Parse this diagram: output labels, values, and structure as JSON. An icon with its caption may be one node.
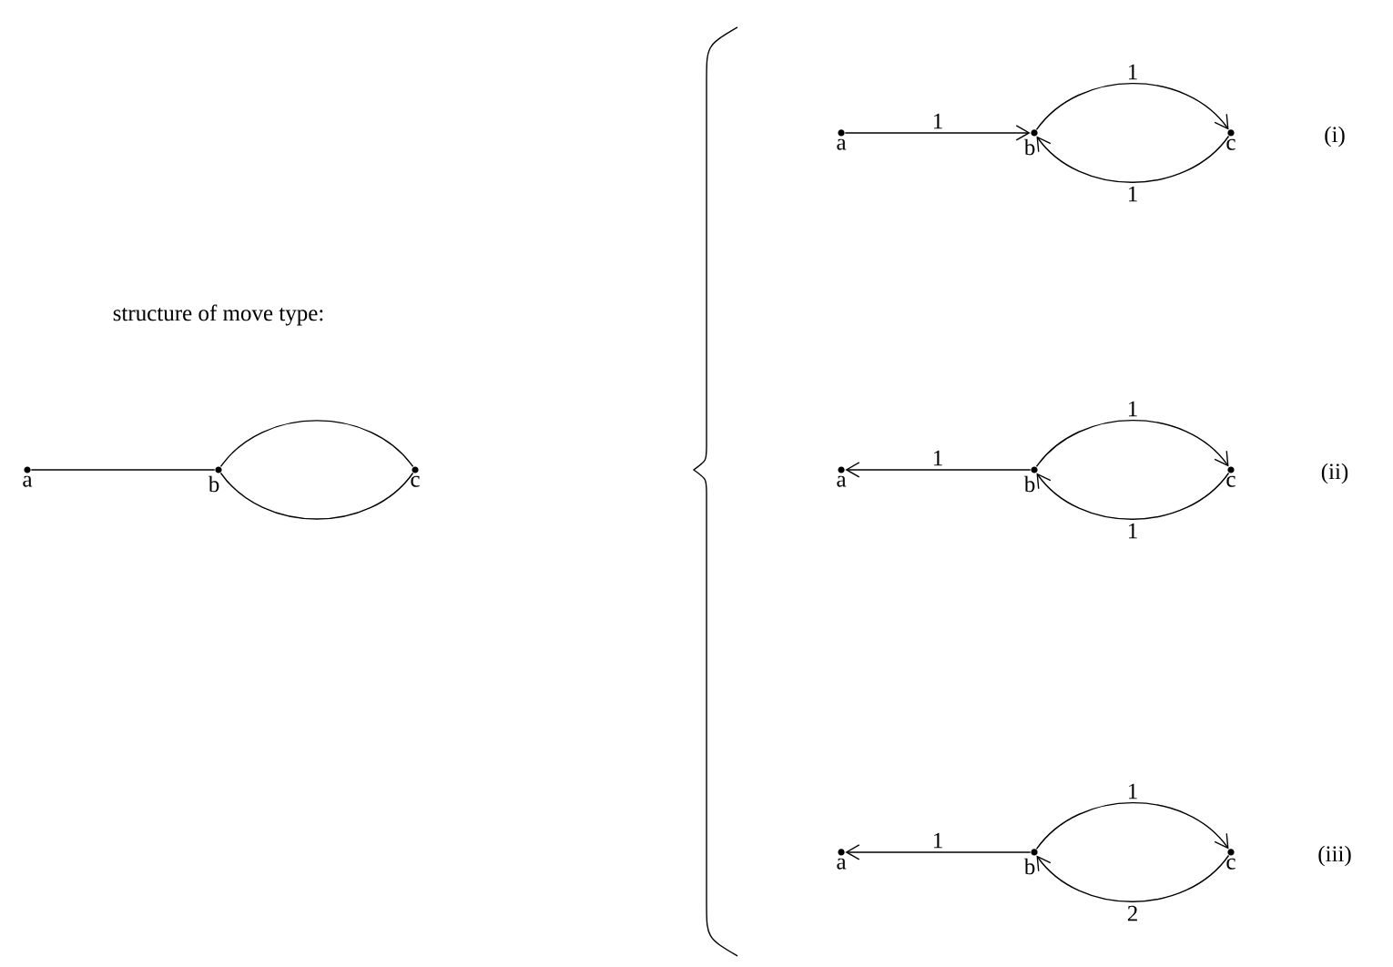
{
  "diagram": {
    "nodes": [
      {
        "text": [],
        "shape": "circle",
        "beside": [
          "a"
        ]
      },
      {
        "text": [],
        "shape": "circle",
        "beside": [
          "b"
        ]
      },
      {
        "text": [],
        "shape": "circle",
        "beside": [
          "c"
        ]
      },
      {
        "text": [],
        "shape": "circle",
        "beside": [
          "a"
        ]
      },
      {
        "text": [],
        "shape": "circle",
        "beside": [
          "b"
        ]
      },
      {
        "text": [],
        "shape": "circle",
        "beside": [
          "c"
        ]
      },
      {
        "text": [],
        "shape": "circle",
        "beside": [
          "a"
        ]
      },
      {
        "text": [],
        "shape": "circle",
        "beside": [
          "b"
        ]
      },
      {
        "text": [],
        "shape": "circle",
        "beside": [
          "c"
        ]
      },
      {
        "text": [],
        "shape": "circle",
        "beside": [
          "a"
        ]
      },
      {
        "text": [],
        "shape": "circle",
        "beside": [
          "b"
        ]
      },
      {
        "text": [],
        "shape": "circle",
        "beside": [
          "c"
        ]
      }
    ],
    "edges": [
      {
        "from": 0,
        "to": 1,
        "arrow": "none"
      },
      {
        "from": 1,
        "to": 2,
        "arrow": "none"
      },
      {
        "from": 1,
        "to": 2,
        "arrow": "none"
      },
      {
        "from": 3,
        "to": 4,
        "arrow": "to",
        "label": "1"
      },
      {
        "from": 4,
        "to": 5,
        "arrow": "to",
        "label": "1"
      },
      {
        "from": 5,
        "to": 4,
        "arrow": "to",
        "label": "1"
      },
      {
        "from": 7,
        "to": 6,
        "arrow": "to",
        "label": "1"
      },
      {
        "from": 7,
        "to": 8,
        "arrow": "to",
        "label": "1"
      },
      {
        "from": 8,
        "to": 7,
        "arrow": "to",
        "label": "1"
      },
      {
        "from": 10,
        "to": 9,
        "arrow": "to",
        "label": "1"
      },
      {
        "from": 10,
        "to": 11,
        "arrow": "to",
        "label": "1"
      },
      {
        "from": 11,
        "to": 10,
        "arrow": "to",
        "label": "2"
      }
    ],
    "labels": [
      "structure of move type:",
      "(i)",
      "(ii)",
      "(iii)"
    ]
  }
}
